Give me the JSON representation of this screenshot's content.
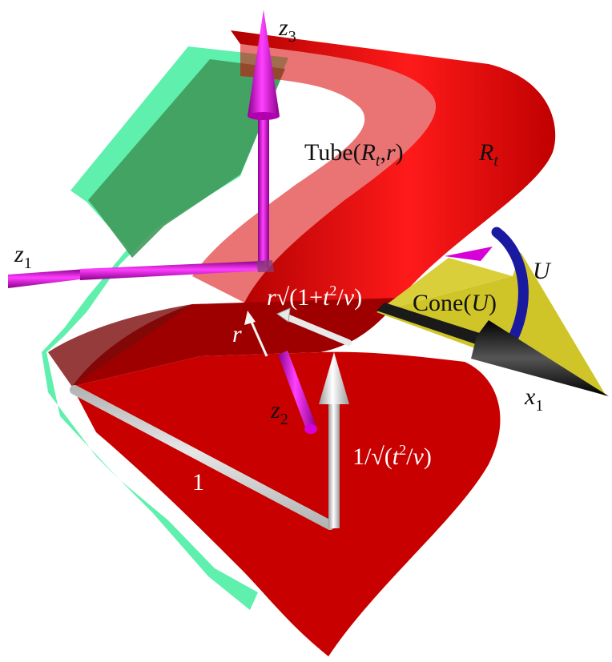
{
  "labels": {
    "z3": {
      "base": "z",
      "sub": "3"
    },
    "z1": {
      "base": "z",
      "sub": "1"
    },
    "z2": {
      "base": "z",
      "sub": "2"
    },
    "x1": {
      "base": "x",
      "sub": "1"
    },
    "tube": {
      "pre": "Tube(",
      "R": "R",
      "t": "t",
      "mid": ",",
      "r": "r",
      "post": ")"
    },
    "rt": {
      "R": "R",
      "t": "t"
    },
    "u": "U",
    "cone": {
      "pre": "Cone(",
      "U": "U",
      "post": ")"
    },
    "r": "r",
    "rsqrt": {
      "r": "r",
      "pre": "√(1+",
      "t": "t",
      "sup": "2",
      "slash": "/",
      "v": "v",
      "post": ")"
    },
    "inv": {
      "pre": "1/√(",
      "t": "t",
      "sup": "2",
      "slash": "/",
      "v": "v",
      "post": ")"
    },
    "one": "1"
  },
  "colors": {
    "red_surface": "#e60000",
    "dark_red": "#a80000",
    "tube_green": "#5ff0ad",
    "tube_inner": "#3f9a5a",
    "cone_yellow": "#cfc528",
    "arc_blue": "#1a1aa0",
    "axis_magenta": "#d800d8",
    "axis_black": "#1a1a1a",
    "white_arrow": "#e8e8e8"
  }
}
